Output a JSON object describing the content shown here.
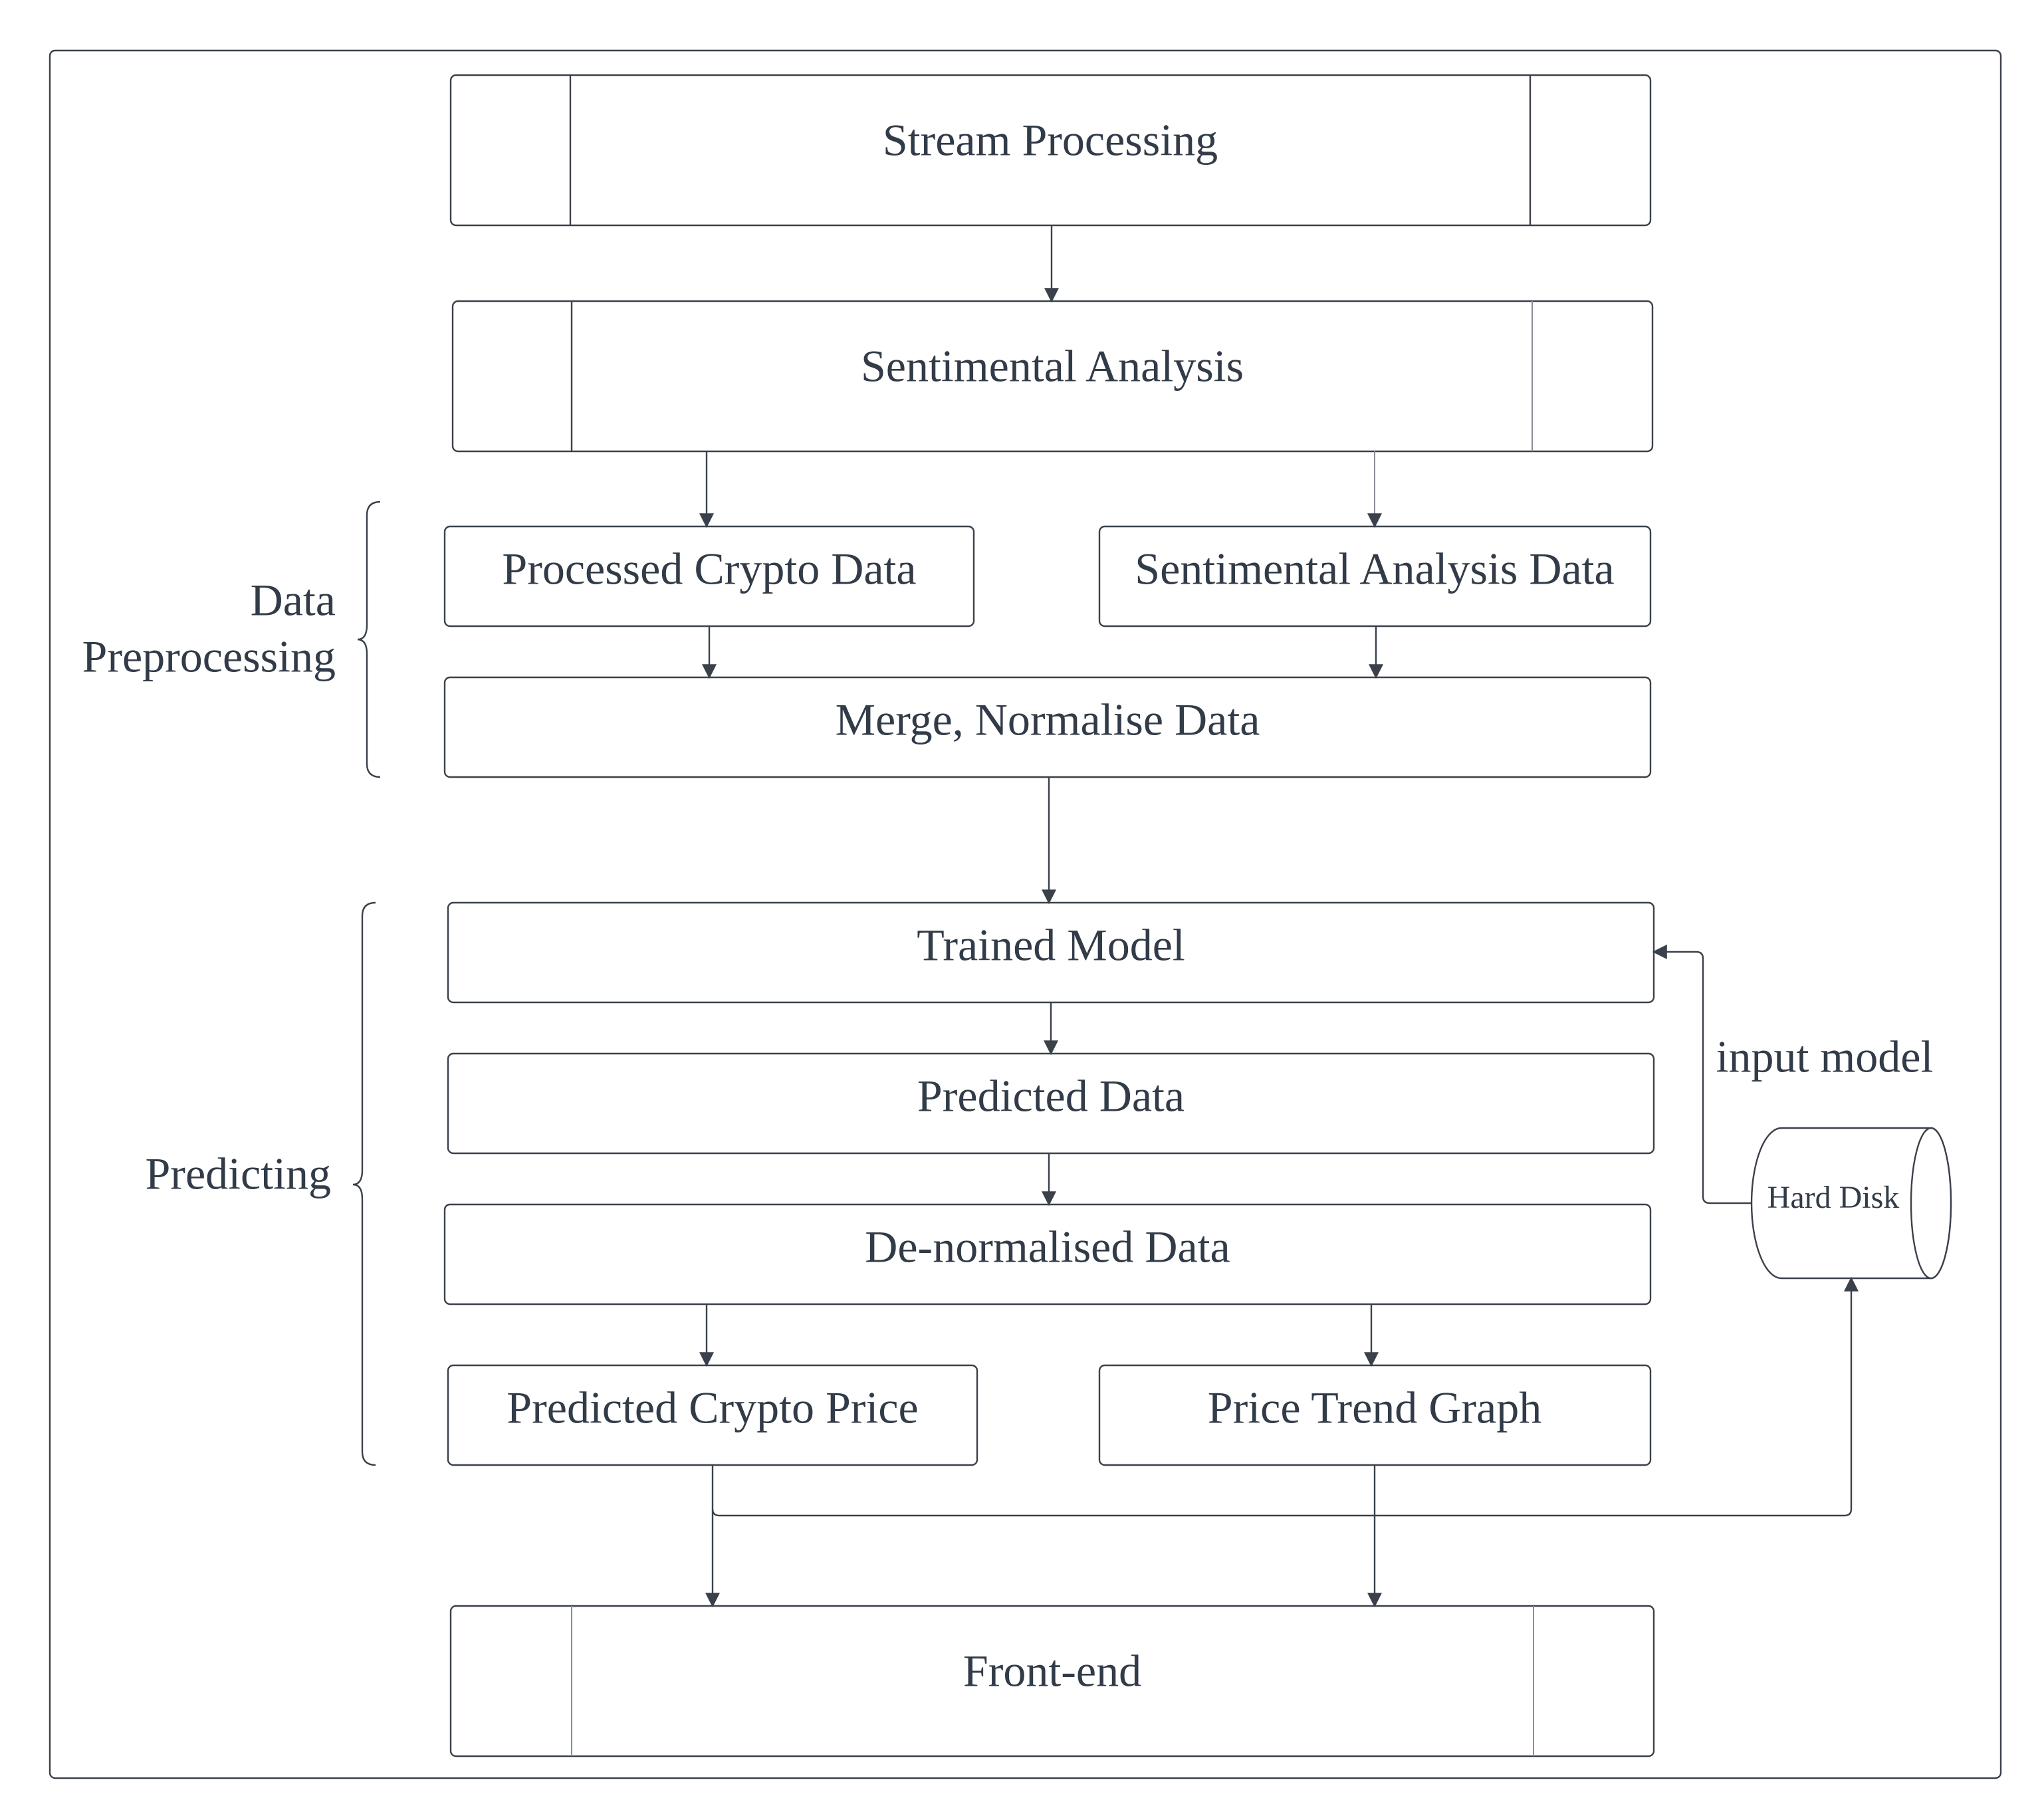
{
  "nodes": {
    "stream_processing": "Stream Processing",
    "sentimental_analysis": "Sentimental Analysis",
    "processed_crypto_data": "Processed Crypto Data",
    "sentimental_analysis_data": "Sentimental Analysis Data",
    "merge_normalise": "Merge, Normalise Data",
    "trained_model": "Trained Model",
    "predicted_data": "Predicted Data",
    "denormalised_data": "De-normalised Data",
    "predicted_crypto_price": "Predicted Crypto Price",
    "price_trend_graph": "Price Trend Graph",
    "front_end": "Front-end",
    "hard_disk": "Hard Disk"
  },
  "groups": {
    "data_preprocessing_line1": "Data",
    "data_preprocessing_line2": "Preprocessing",
    "predicting": "Predicting"
  },
  "edges": {
    "input_model_label": "input model"
  },
  "colors": {
    "stroke": "#3a414a",
    "text": "#323b48",
    "background": "#ffffff"
  }
}
